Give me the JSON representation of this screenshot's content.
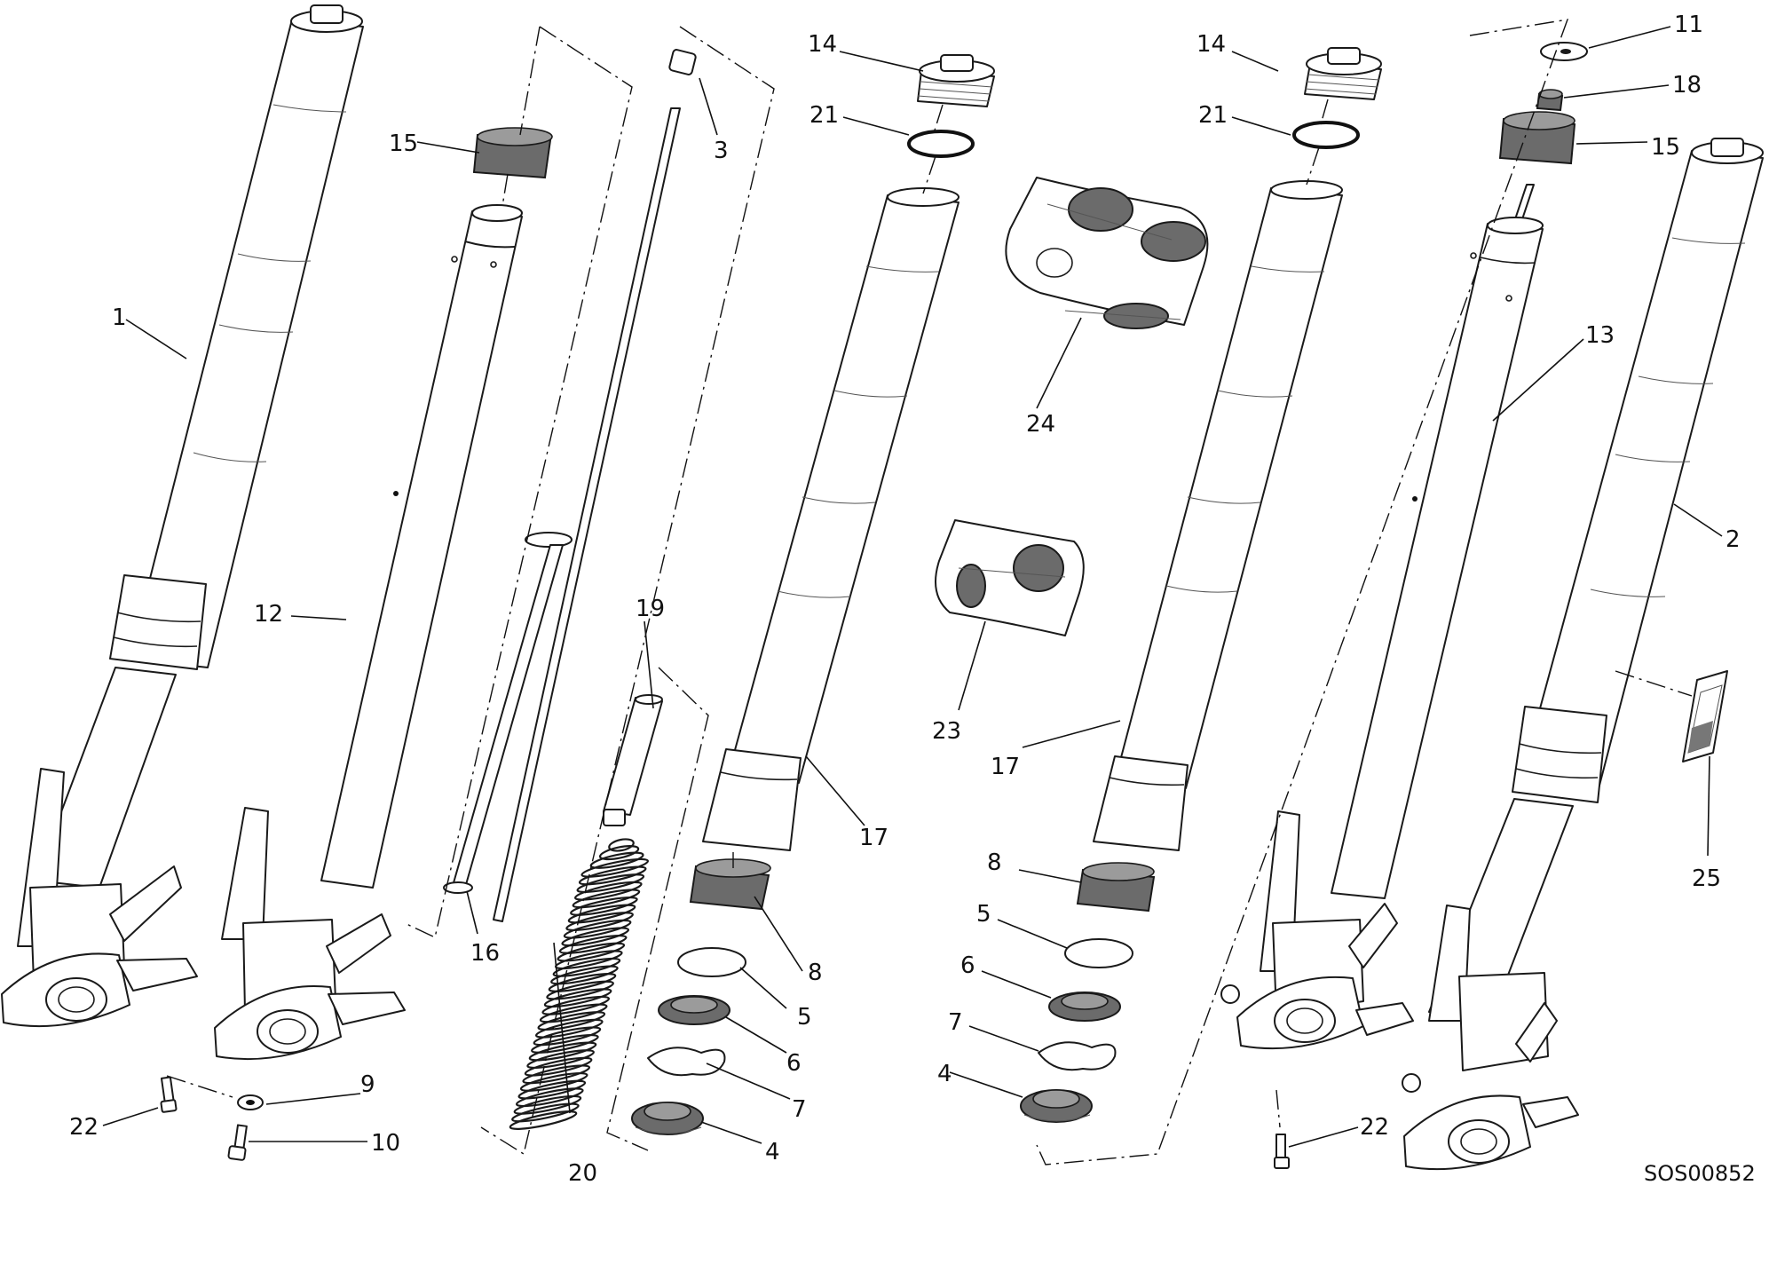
{
  "drawing_code": "SOS00852",
  "callouts": [
    "1",
    "12",
    "15",
    "3",
    "16",
    "19",
    "20",
    "14",
    "21",
    "17",
    "8",
    "5",
    "6",
    "7",
    "4",
    "24",
    "23",
    "11",
    "18",
    "13",
    "2",
    "25",
    "9",
    "10",
    "22"
  ]
}
